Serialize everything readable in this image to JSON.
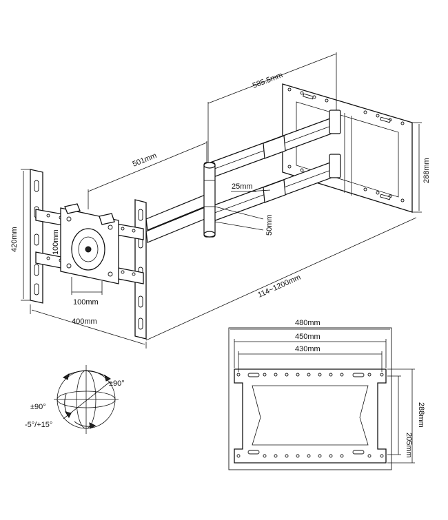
{
  "dimensions": {
    "arm_extended": "585.5mm",
    "arm_retracted": "501mm",
    "tube_gap": "25mm",
    "tube_height": "50mm",
    "wall_plate_height": "288mm",
    "tv_plate_height": "420mm",
    "tv_plate_width": "400mm",
    "center_vertical": "100mm",
    "center_horizontal": "100mm",
    "extension_range": "114~1200mm"
  },
  "plate_detail": {
    "width_outer": "480mm",
    "width_mid": "450mm",
    "width_inner": "430mm",
    "height_outer": "288mm",
    "height_inner": "205mm"
  },
  "motion": {
    "swivel": "±90°",
    "rotation": "±90°",
    "tilt": "-5°/+15°"
  }
}
